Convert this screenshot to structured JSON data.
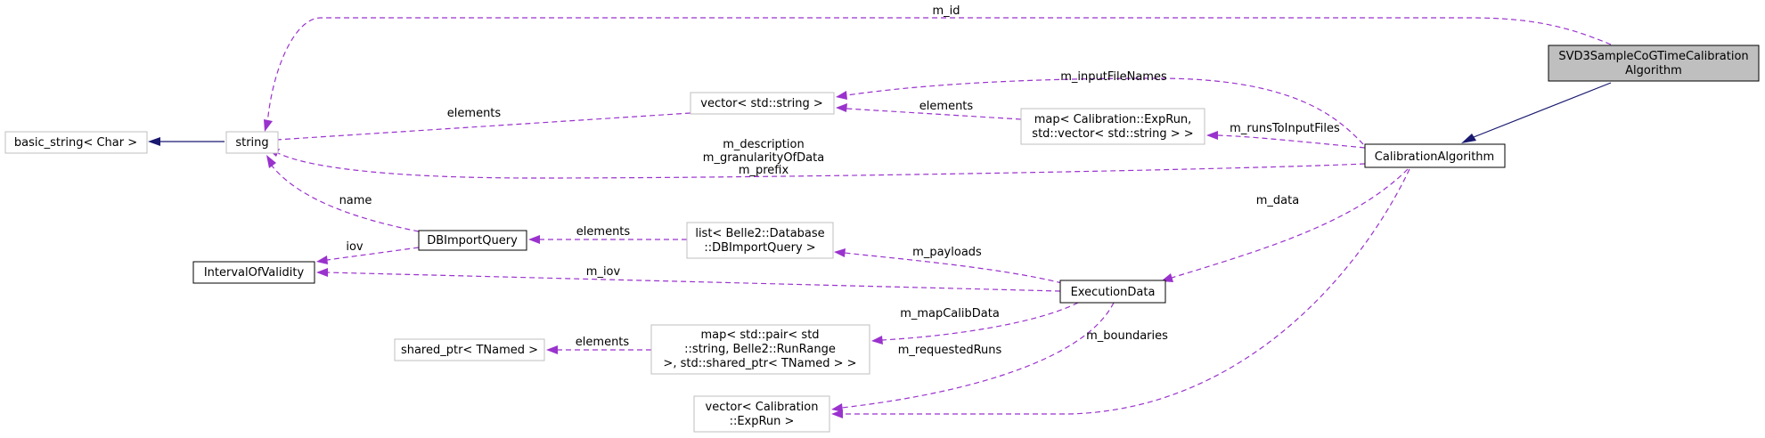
{
  "nodes": {
    "svd3": {
      "line1": "SVD3SampleCoGTimeCalibration",
      "line2": "Algorithm"
    },
    "calib_alg": {
      "label": "CalibrationAlgorithm"
    },
    "basic_string": {
      "label": "basic_string< Char >"
    },
    "string": {
      "label": "string"
    },
    "vector_string": {
      "label": "vector< std::string >"
    },
    "map_exprun": {
      "line1": "map< Calibration::ExpRun,",
      "line2": "std::vector< std::string > >"
    },
    "db_import_query": {
      "label": "DBImportQuery"
    },
    "list_db": {
      "line1": "list< Belle2::Database",
      "line2": "::DBImportQuery >"
    },
    "interval": {
      "label": "IntervalOfValidity"
    },
    "execution_data": {
      "label": "ExecutionData"
    },
    "shared_ptr": {
      "label": "shared_ptr< TNamed >"
    },
    "map_pair": {
      "line1": "map< std::pair< std",
      "line2": "::string, Belle2::RunRange",
      "line3": " >, std::shared_ptr< TNamed > >"
    },
    "vector_exprun": {
      "line1": "vector< Calibration",
      "line2": "::ExpRun >"
    }
  },
  "edge_labels": {
    "m_id": "m_id",
    "m_inputFileNames": "m_inputFileNames",
    "elements_vector": "elements",
    "elements_map": "elements",
    "m_runsToInputFiles": "m_runsToInputFiles",
    "m_description": "m_description",
    "m_granularityOfData": "m_granularityOfData",
    "m_prefix": "m_prefix",
    "name": "name",
    "elements_list": "elements",
    "iov": "iov",
    "m_payloads": "m_payloads",
    "m_iov": "m_iov",
    "m_data": "m_data",
    "m_mapCalibData": "m_mapCalibData",
    "elements_shared": "elements",
    "m_requestedRuns": "m_requestedRuns",
    "m_boundaries": "m_boundaries"
  }
}
